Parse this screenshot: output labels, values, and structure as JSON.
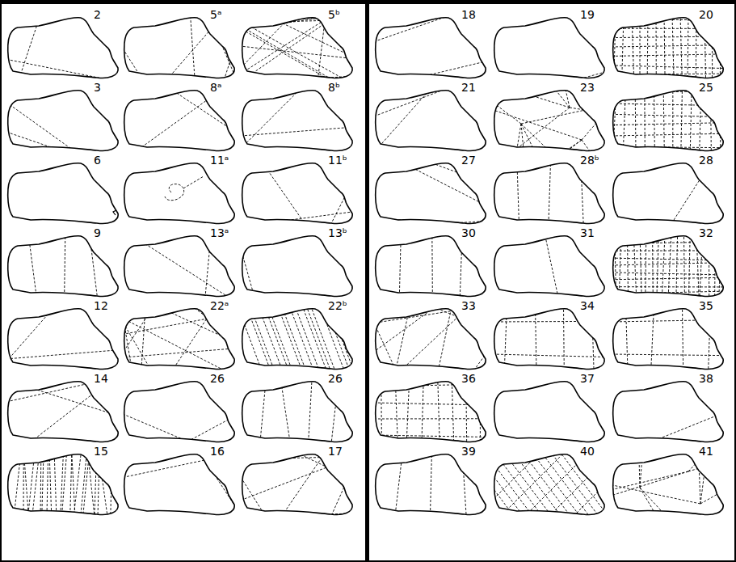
{
  "diagram": {
    "labels": [
      "2",
      "5ᵃ",
      "5ᵇ",
      "3",
      "8ᵃ",
      "8ᵇ",
      "6",
      "11ᵃ",
      "11ᵇ",
      "9",
      "13ᵃ",
      "13ᵇ",
      "12",
      "22ᵃ",
      "22ᵇ",
      "14",
      "26",
      "26",
      "15",
      "16",
      "17",
      "18",
      "19",
      "20",
      "21",
      "23",
      "25",
      "27",
      "28ᵇ",
      "28",
      "30",
      "31",
      "32",
      "33",
      "34",
      "35",
      "36",
      "37",
      "38",
      "39",
      "40",
      "41"
    ]
  }
}
